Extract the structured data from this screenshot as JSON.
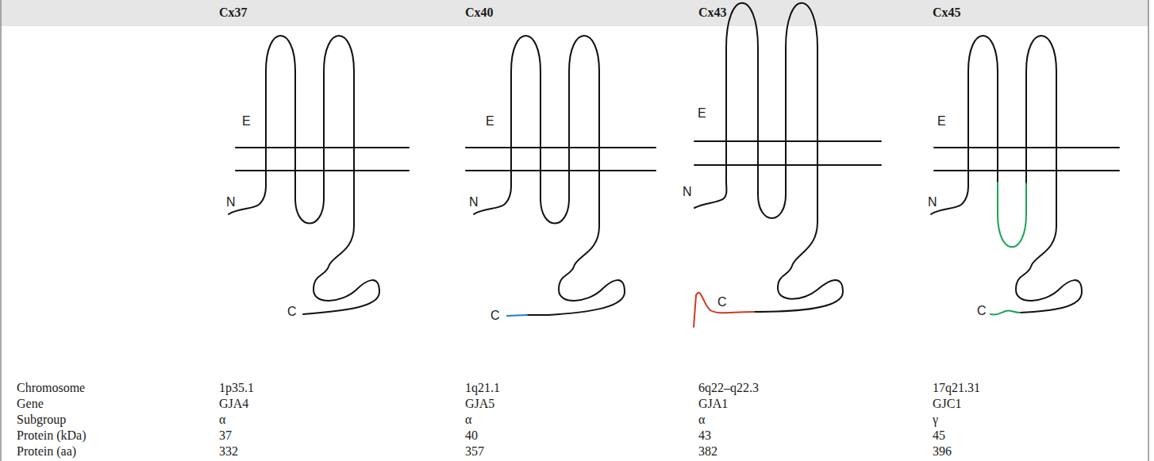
{
  "diagram": {
    "labels": [
      "Cx37",
      "Cx40",
      "Cx43",
      "Cx45",
      "E",
      "N",
      "C",
      "E",
      "N",
      "C",
      "E",
      "N",
      "C",
      "E",
      "N",
      "C",
      "Chromosome",
      "1p35.1",
      "1q21.1",
      "6q22–q22.3",
      "17q21.31",
      "Gene",
      "GJA4",
      "GJA5",
      "GJA1",
      "GJC1",
      "Subgroup",
      "α",
      "α",
      "α",
      "γ",
      "Protein (kDa)",
      "37",
      "40",
      "43",
      "45",
      "Protein (aa)",
      "332",
      "357",
      "382",
      "396"
    ]
  }
}
